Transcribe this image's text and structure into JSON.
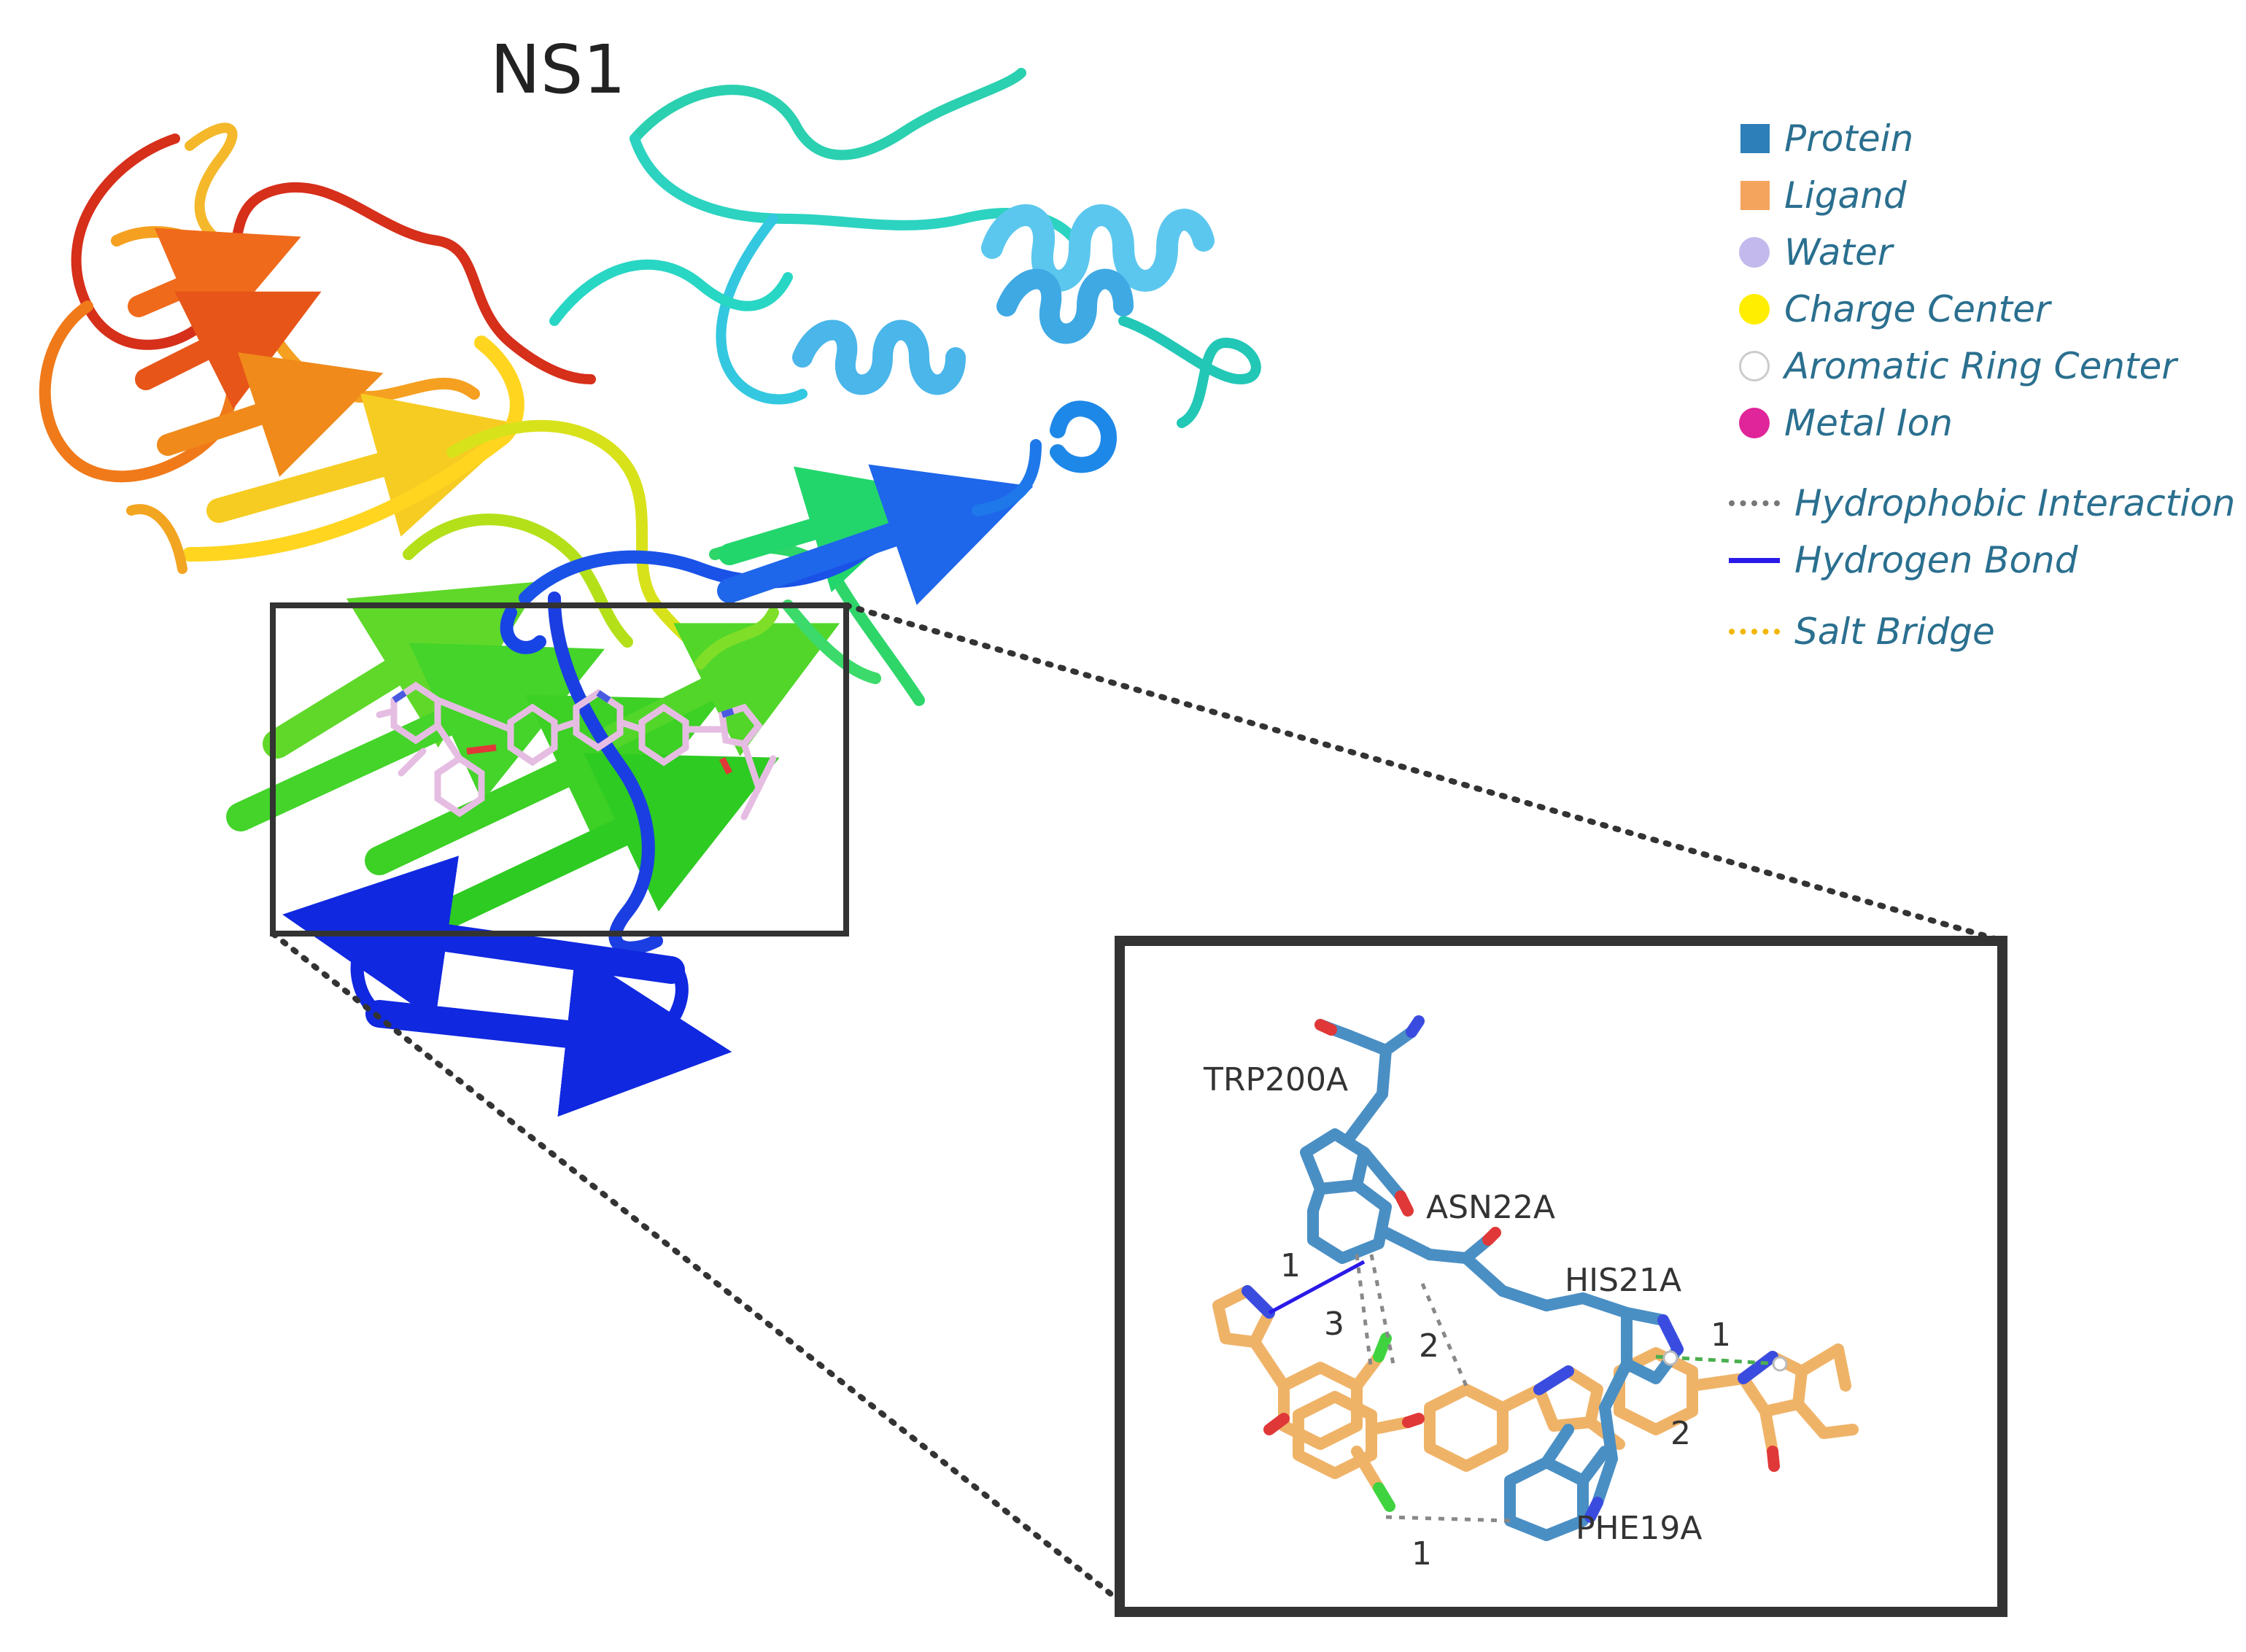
{
  "title": "NS1",
  "legend": {
    "items": [
      {
        "label": "Protein",
        "swatch": "square",
        "color": "#2c7fb8"
      },
      {
        "label": "Ligand",
        "swatch": "square",
        "color": "#f4a45c"
      },
      {
        "label": "Water",
        "swatch": "circle",
        "color": "#c3b9ec"
      },
      {
        "label": "Charge Center",
        "swatch": "circle",
        "color": "#ffee00"
      },
      {
        "label": "Aromatic Ring Center",
        "swatch": "ring",
        "color": "#cccccc"
      },
      {
        "label": "Metal Ion",
        "swatch": "circle",
        "color": "#e0249a"
      },
      {
        "label": "Hydrophobic Interaction",
        "swatch": "dotted",
        "color": "#777777"
      },
      {
        "label": "Hydrogen Bond",
        "swatch": "solid",
        "color": "#2a1ae8"
      },
      {
        "label": "Salt Bridge",
        "swatch": "dotted",
        "color": "#f2b705"
      }
    ]
  },
  "residues": {
    "trp": "TRP200A",
    "asn": "ASN22A",
    "his": "HIS21A",
    "phe": "PHE19A"
  },
  "interaction_counts": {
    "hbond_trp": "1",
    "hydrophobic_a": "3",
    "hydrophobic_b": "2",
    "his_upper": "1",
    "his_lower": "2",
    "phe": "1"
  },
  "colors": {
    "protein": "#4a8fc4",
    "ligand": "#efb368",
    "ligand_pink": "#e6bde2",
    "frame": "#333333"
  }
}
